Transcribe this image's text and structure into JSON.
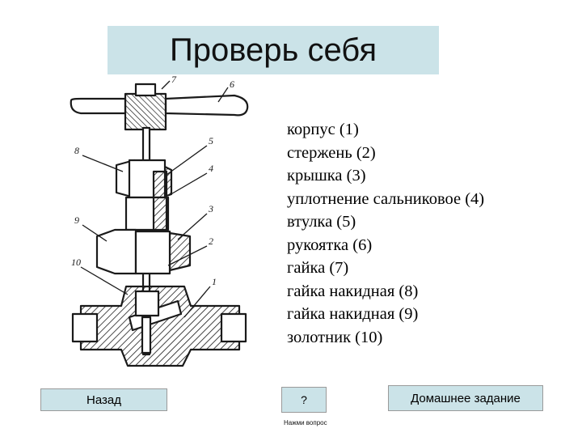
{
  "title": "Проверь себя",
  "drawing": {
    "callouts": [
      "7",
      "6",
      "8",
      "5",
      "4",
      "9",
      "3",
      "2",
      "10",
      "1"
    ]
  },
  "parts": [
    "корпус (1)",
    "стержень (2)",
    "крышка (3)",
    "уплотнение сальниковое (4)",
    "втулка (5)",
    "рукоятка (6)",
    "гайка (7)",
    "гайка накидная (8)",
    "гайка накидная (9)",
    "золотник (10)"
  ],
  "buttons": {
    "back": "Назад",
    "question": "?",
    "homework": "Домашнее задание"
  },
  "hint": "Нажми вопрос",
  "colors": {
    "panel": "#cbe3e8",
    "hatch": "#1a1a1a"
  }
}
